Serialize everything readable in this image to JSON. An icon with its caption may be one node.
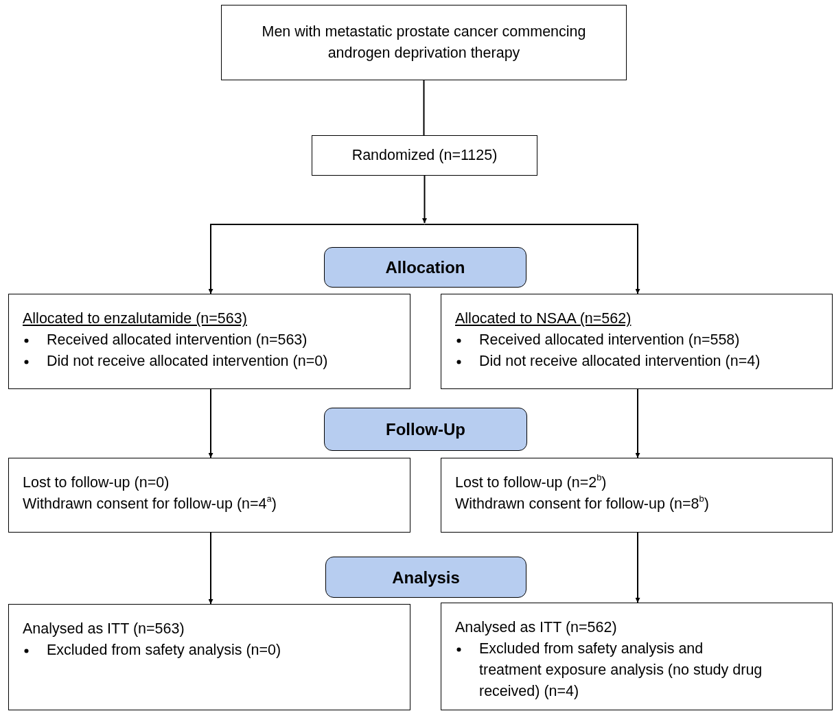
{
  "diagram": {
    "nodes": [
      {
        "text": [
          "Men with metastatic prostate cancer commencing androgen deprivation therapy"
        ]
      },
      {
        "text": [
          "Randomized (n=1125)"
        ]
      },
      {
        "text": [
          "Allocation"
        ]
      },
      {
        "text": [
          "Allocated to enzalutamide (n=563)",
          "Received allocated intervention (n=563)",
          "Did not receive allocated intervention (n=0)"
        ]
      },
      {
        "text": [
          "Allocated to NSAA (n=562)",
          "Received allocated intervention (n=558)",
          "Did not receive allocated intervention (n=4)"
        ]
      },
      {
        "text": [
          "Follow-Up"
        ]
      },
      {
        "text": [
          "Lost to follow-up (n=0)",
          "Withdrawn consent for follow-up (n=4$^{a}$)"
        ]
      },
      {
        "text": [
          "Lost to follow-up (n=2$^{b}$)",
          "Withdrawn consent for follow-up (n=8$^{b}$)"
        ]
      },
      {
        "text": [
          "Analysis"
        ]
      },
      {
        "text": [
          "Analysed as ITT (n=563)",
          "Excluded from safety analysis (n=0)"
        ]
      },
      {
        "text": [
          "Analysed as ITT (n=562)",
          "Excluded from safety analysis and treatment exposure analysis (no study drug received) (n=4)"
        ]
      }
    ],
    "edges": [
      {
        "from": 0,
        "to": 1,
        "arrow": "none"
      },
      {
        "from": 1,
        "to": 3,
        "arrow": "to"
      },
      {
        "from": 1,
        "to": 4,
        "arrow": "to"
      },
      {
        "from": 3,
        "to": 6,
        "arrow": "to"
      },
      {
        "from": 4,
        "to": 7,
        "arrow": "to"
      },
      {
        "from": 6,
        "to": 9,
        "arrow": "to"
      },
      {
        "from": 7,
        "to": 10,
        "arrow": "to"
      }
    ]
  }
}
